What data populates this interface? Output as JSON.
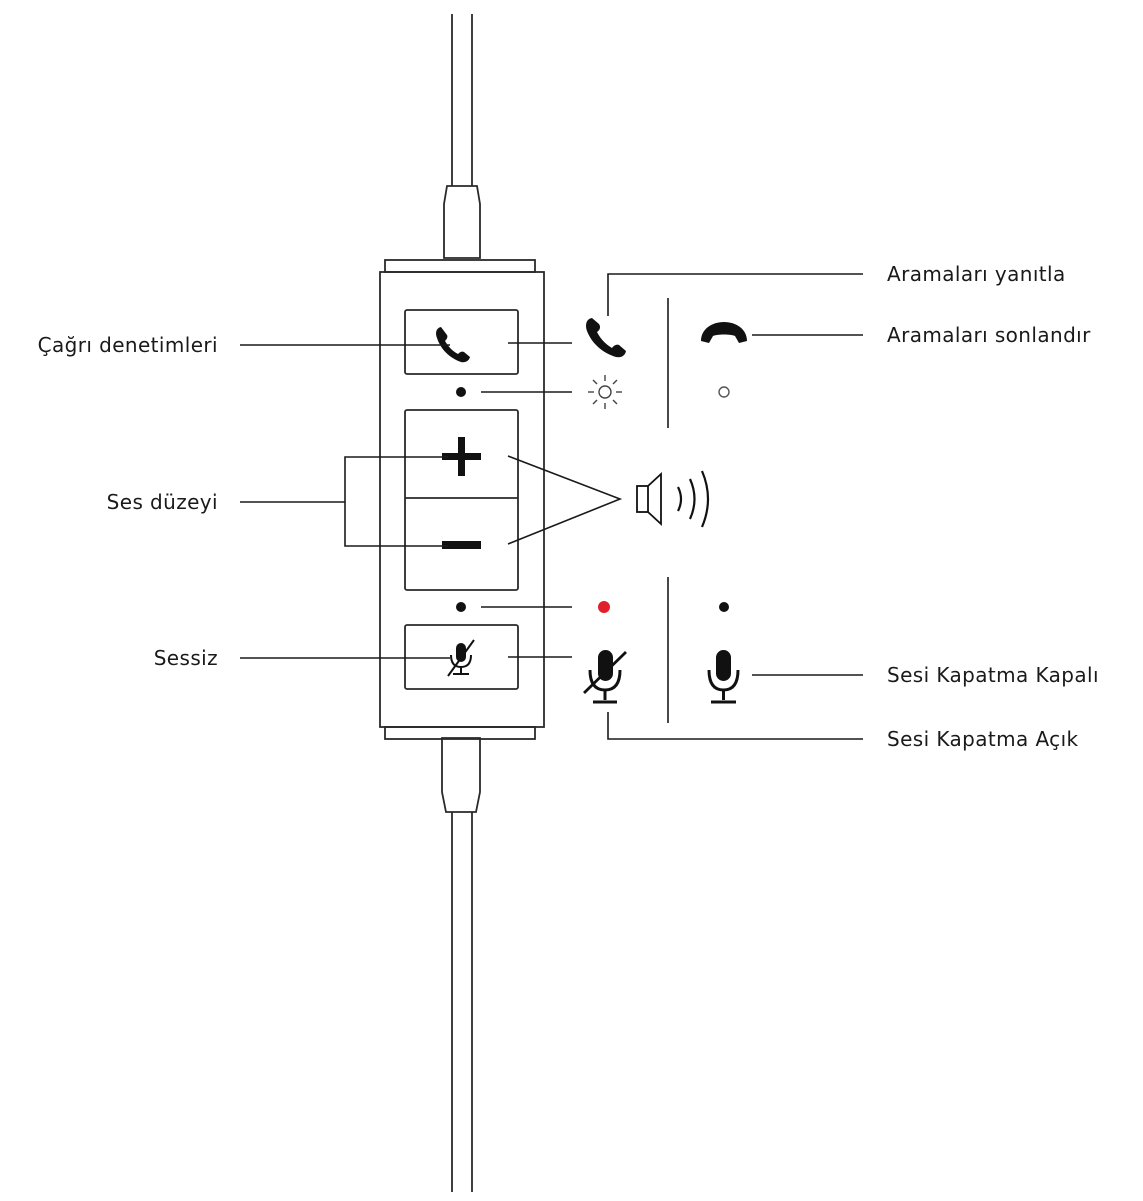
{
  "labels": {
    "call_controls": "Çağrı denetimleri",
    "volume": "Ses düzeyi",
    "mute": "Sessiz",
    "answer_calls": "Aramaları yanıtla",
    "end_calls": "Aramaları sonlandır",
    "mute_off": "Sesi Kapatma Kapalı",
    "mute_on": "Sesi Kapatma Açık"
  },
  "icons": {
    "call": "phone-icon",
    "volume_up": "plus-icon",
    "volume_down": "minus-icon",
    "mute": "muted-microphone-icon",
    "speaker": "speaker-icon",
    "hang_up": "hang-up-icon",
    "status_light": "led-blink-icon",
    "status_off": "led-off-icon",
    "microphone": "microphone-icon"
  },
  "colors": {
    "line": "#1a1a1a",
    "mute_led": "#e0202a"
  }
}
